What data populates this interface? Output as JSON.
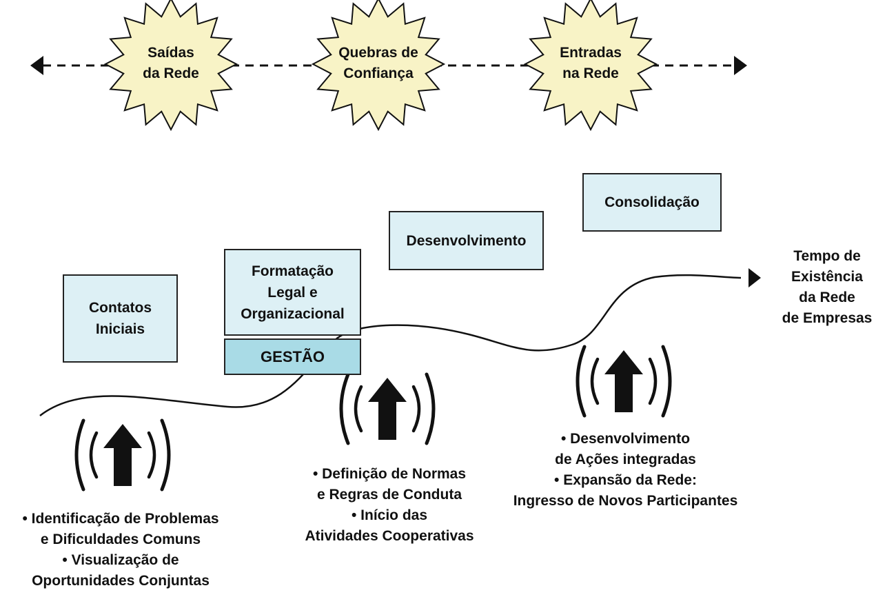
{
  "events": [
    {
      "id": "saidas",
      "lines": [
        "Saídas",
        "da Rede"
      ]
    },
    {
      "id": "quebras",
      "lines": [
        "Quebras de",
        "Confiança"
      ]
    },
    {
      "id": "entradas",
      "lines": [
        "Entradas",
        "na Rede"
      ]
    }
  ],
  "phases": [
    {
      "id": "contatos",
      "lines": [
        "Contatos",
        "Iniciais"
      ]
    },
    {
      "id": "formatacao",
      "lines": [
        "Formatação",
        "Legal e",
        "Organizacional"
      ]
    },
    {
      "id": "gestao",
      "lines": [
        "GESTÃO"
      ]
    },
    {
      "id": "desenvolvimento",
      "lines": [
        "Desenvolvimento"
      ]
    },
    {
      "id": "consolidacao",
      "lines": [
        "Consolidação"
      ]
    }
  ],
  "time_axis_label": [
    "Tempo de",
    "Existência",
    "da Rede",
    "de Empresas"
  ],
  "outcomes": [
    {
      "id": "outcome-1",
      "lines": [
        "• Identificação de Problemas",
        "e Dificuldades Comuns",
        "• Visualização de",
        "Oportunidades Conjuntas"
      ]
    },
    {
      "id": "outcome-2",
      "lines": [
        "• Definição de Normas",
        "e Regras de Conduta",
        "• Início das",
        "Atividades Cooperativas"
      ]
    },
    {
      "id": "outcome-3",
      "lines": [
        "• Desenvolvimento",
        "de Ações integradas",
        "• Expansão da Rede:",
        "Ingresso de Novos Participantes"
      ]
    }
  ],
  "colors": {
    "starburst_fill": "#f8f3c6",
    "box_fill": "#ddf0f5",
    "gestao_fill": "#a9dbe6",
    "stroke": "#111111"
  },
  "icons": [
    "starburst-icon",
    "up-arrow-icon",
    "signal-waves-icon",
    "arrow-left-icon",
    "arrow-right-icon"
  ]
}
